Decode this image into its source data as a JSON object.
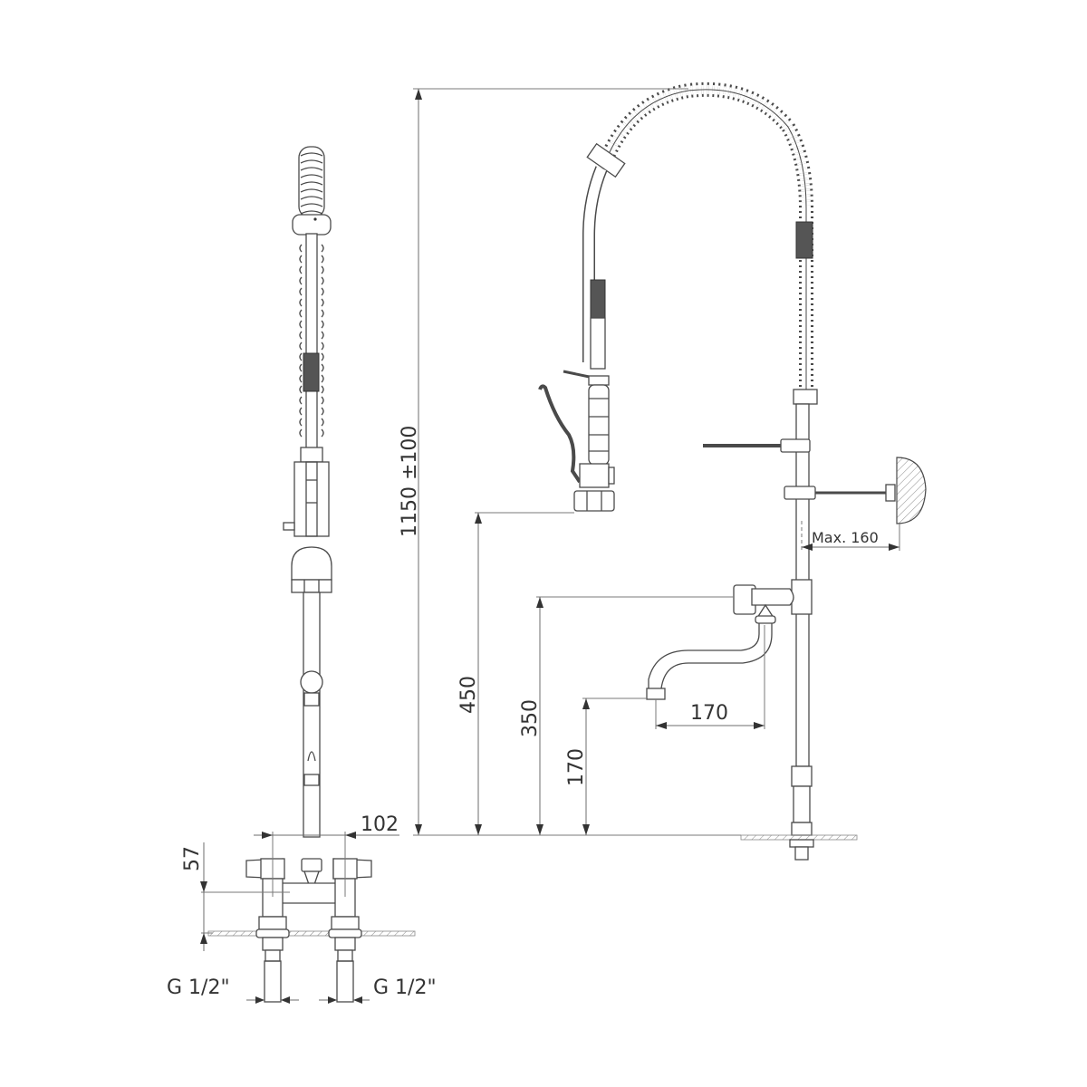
{
  "drawing": {
    "title": "Pre-rinse faucet dimensional drawing",
    "views": [
      "front-view",
      "side-view"
    ],
    "dimensions": {
      "overall_height": "1150 ±100",
      "spray_head_height": "450",
      "spout_outlet_height": "350",
      "spout_tip_height": "170",
      "spout_reach": "170",
      "wall_bracket_max": "Max. 160",
      "inlet_spacing": "102",
      "valve_height": "57",
      "inlet_left": "G 1/2\"",
      "inlet_right": "G 1/2\""
    },
    "colors": {
      "line": "#4a4a4a",
      "dimension": "#6e6e6e",
      "grip": "#555555",
      "background": "#ffffff"
    }
  }
}
